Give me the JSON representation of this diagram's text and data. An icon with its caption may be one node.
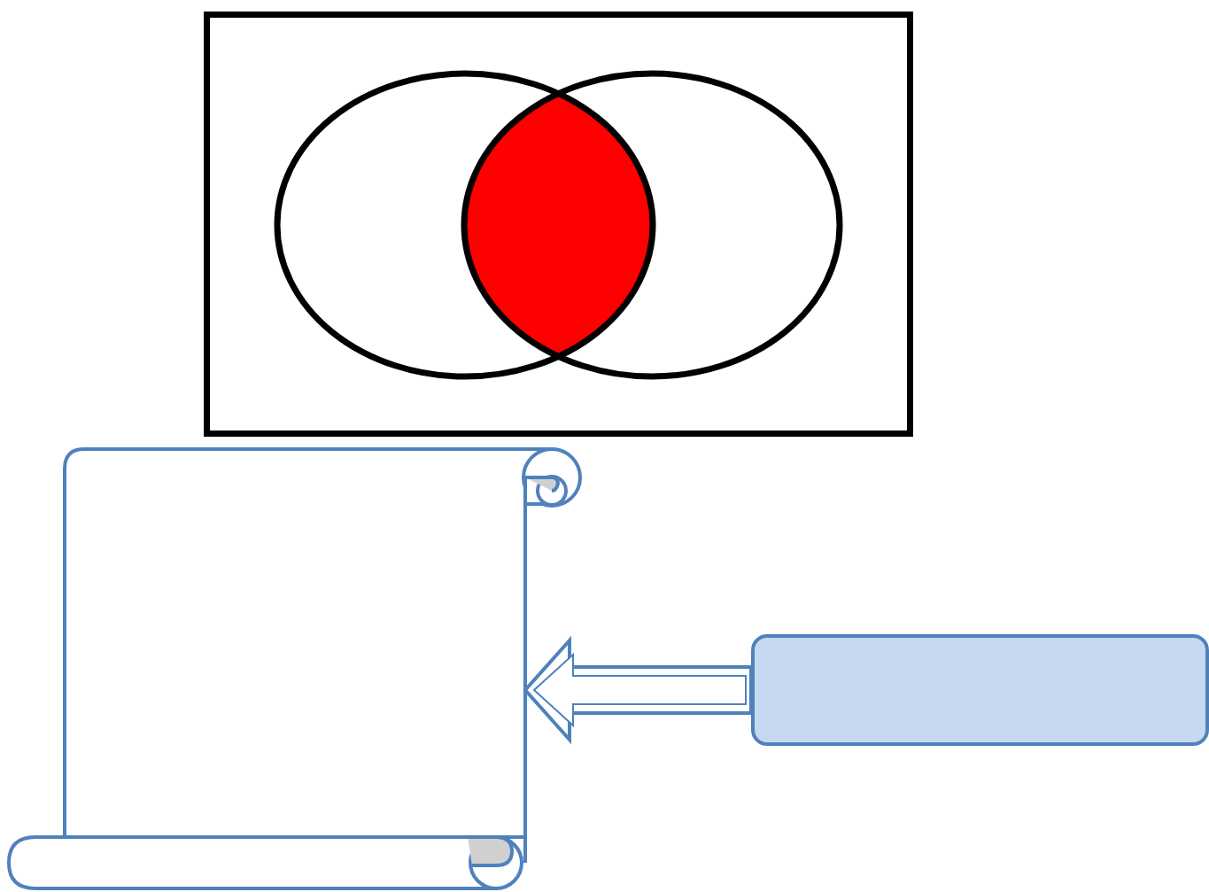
{
  "diagram": {
    "nodes": [
      {
        "text": [],
        "shape": "box"
      },
      {
        "text": [],
        "shape": "circle",
        "in": 0
      },
      {
        "text": [],
        "shape": "circle",
        "in": 0
      },
      {
        "text": [],
        "shape": "scroll"
      },
      {
        "text": [],
        "shape": "box"
      }
    ],
    "edges": [
      {
        "from": 4,
        "to": 3,
        "arrow": "to",
        "style": "thick"
      }
    ]
  }
}
